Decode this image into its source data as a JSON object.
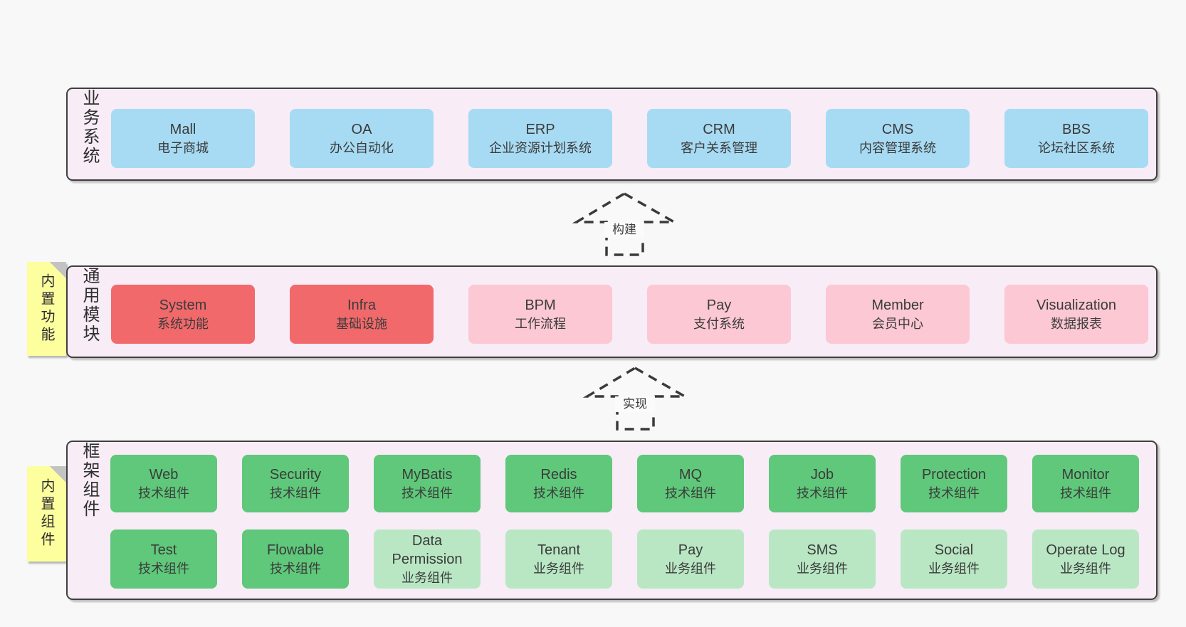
{
  "palette": {
    "container": "#f8ecf7",
    "blue": "#a7dbf3",
    "red": "#f2696b",
    "pink": "#fbc8d3",
    "green": "#5fc87a",
    "green_light": "#b9e7c4",
    "yellow": "#fdfe9e",
    "fold_gray": "#c3c3c3",
    "border_dark": "#3f3f3f"
  },
  "arrows": {
    "build_label": "构建",
    "implement_label": "实现"
  },
  "sections": {
    "business": {
      "label": "业务系统",
      "boxes": [
        {
          "en": "Mall",
          "zh": "电子商城"
        },
        {
          "en": "OA",
          "zh": "办公自动化"
        },
        {
          "en": "ERP",
          "zh": "企业资源计划系统"
        },
        {
          "en": "CRM",
          "zh": "客户关系管理"
        },
        {
          "en": "CMS",
          "zh": "内容管理系统"
        },
        {
          "en": "BBS",
          "zh": "论坛社区系统"
        }
      ]
    },
    "modules": {
      "label": "通用模块",
      "note": "内置功能",
      "boxes": [
        {
          "en": "System",
          "zh": "系统功能"
        },
        {
          "en": "Infra",
          "zh": "基础设施"
        },
        {
          "en": "BPM",
          "zh": "工作流程"
        },
        {
          "en": "Pay",
          "zh": "支付系统"
        },
        {
          "en": "Member",
          "zh": "会员中心"
        },
        {
          "en": "Visualization",
          "zh": "数据报表"
        }
      ]
    },
    "components": {
      "label": "框架组件",
      "note": "内置组件",
      "row1": [
        {
          "en": "Web",
          "zh": "技术组件"
        },
        {
          "en": "Security",
          "zh": "技术组件"
        },
        {
          "en": "MyBatis",
          "zh": "技术组件"
        },
        {
          "en": "Redis",
          "zh": "技术组件"
        },
        {
          "en": "MQ",
          "zh": "技术组件"
        },
        {
          "en": "Job",
          "zh": "技术组件"
        },
        {
          "en": "Protection",
          "zh": "技术组件"
        },
        {
          "en": "Monitor",
          "zh": "技术组件"
        }
      ],
      "row2": [
        {
          "en": "Test",
          "zh": "技术组件"
        },
        {
          "en": "Flowable",
          "zh": "技术组件"
        },
        {
          "en": "Data Permission",
          "zh": "业务组件"
        },
        {
          "en": "Tenant",
          "zh": "业务组件"
        },
        {
          "en": "Pay",
          "zh": "业务组件"
        },
        {
          "en": "SMS",
          "zh": "业务组件"
        },
        {
          "en": "Social",
          "zh": "业务组件"
        },
        {
          "en": "Operate Log",
          "zh": "业务组件"
        }
      ]
    }
  }
}
